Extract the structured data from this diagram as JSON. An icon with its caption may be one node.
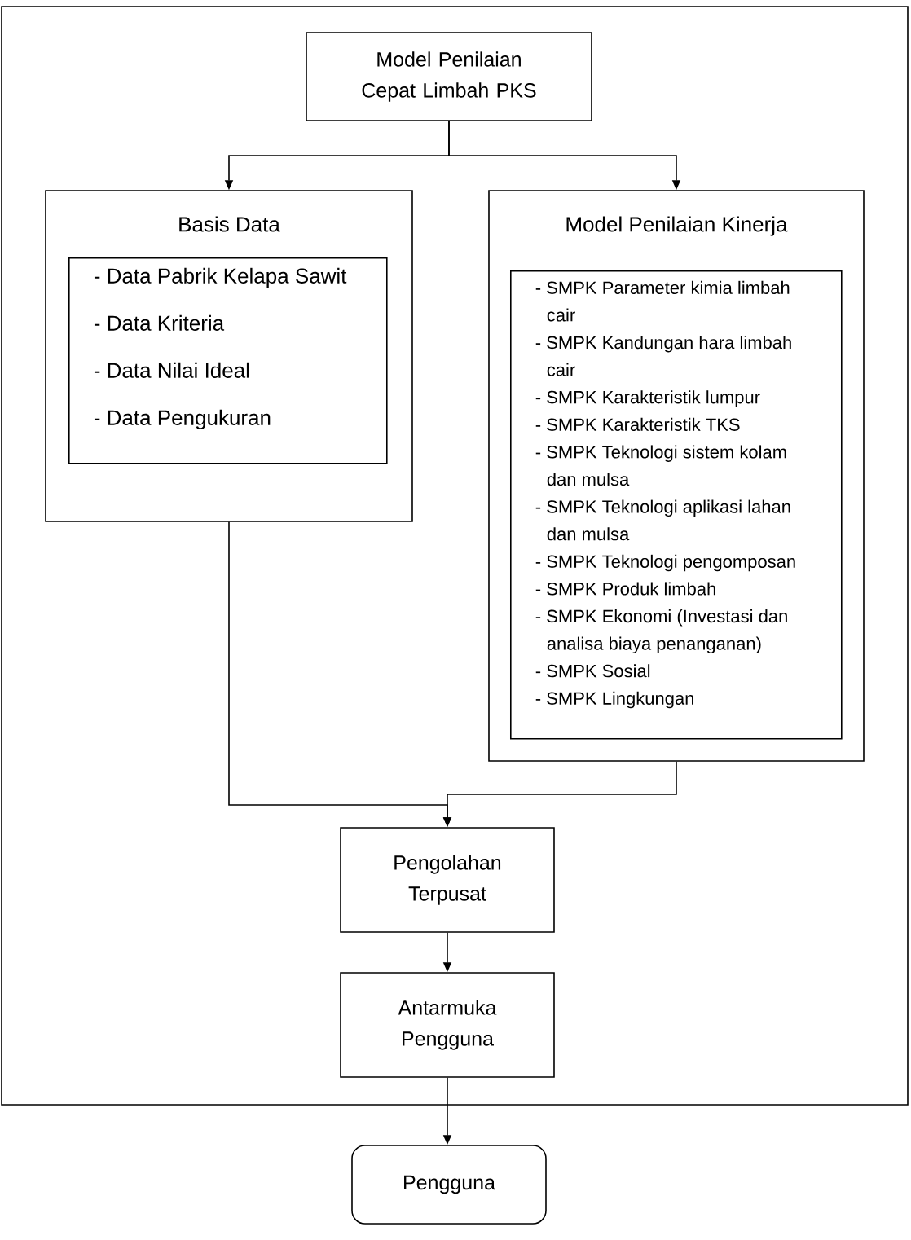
{
  "diagram": {
    "nodes": [
      {
        "text": [],
        "shape": "box"
      },
      {
        "text": [
          "Model Penilaian Cepat Limbah PKS"
        ],
        "in": 0
      },
      {
        "text": [
          "Basis Data"
        ],
        "in": 0
      },
      {
        "text": [
          "- Data Pabrik Kelapa Sawit",
          "- Data Kriteria",
          "- Data Nilai Ideal",
          "- Data Pengukuran"
        ],
        "in": 2
      },
      {
        "text": [
          "Model Penilaian Kinerja"
        ],
        "in": 0
      },
      {
        "text": [
          "- SMPK Parameter kimia limbah cair",
          "- SMPK Kandungan hara limbah cair",
          "- SMPK Karakteristik lumpur",
          "- SMPK Karakteristik TKS",
          "- SMPK Teknologi sistem kolam dan mulsa",
          "- SMPK Teknologi aplikasi lahan dan mulsa",
          "- SMPK Teknologi pengomposan",
          "- SMPK Produk limbah",
          "- SMPK Ekonomi (Investasi dan analisa biaya penanganan)",
          "- SMPK Sosial",
          "- SMPK Lingkungan"
        ],
        "in": 4
      },
      {
        "text": [
          "Pengolahan Terpusat"
        ],
        "in": 0
      },
      {
        "text": [
          "Antarmuka Pengguna"
        ],
        "in": 0
      },
      {
        "text": [
          "Pengguna"
        ]
      }
    ],
    "edges": [
      {
        "from": 1,
        "to": 2,
        "arrow": "to"
      },
      {
        "from": 1,
        "to": 4,
        "arrow": "to"
      },
      {
        "from": 2,
        "to": 6,
        "arrow": "to"
      },
      {
        "from": 4,
        "to": 6,
        "arrow": "to"
      },
      {
        "from": 6,
        "to": 7,
        "arrow": "to"
      },
      {
        "from": 7,
        "to": 8,
        "arrow": "to"
      }
    ]
  }
}
